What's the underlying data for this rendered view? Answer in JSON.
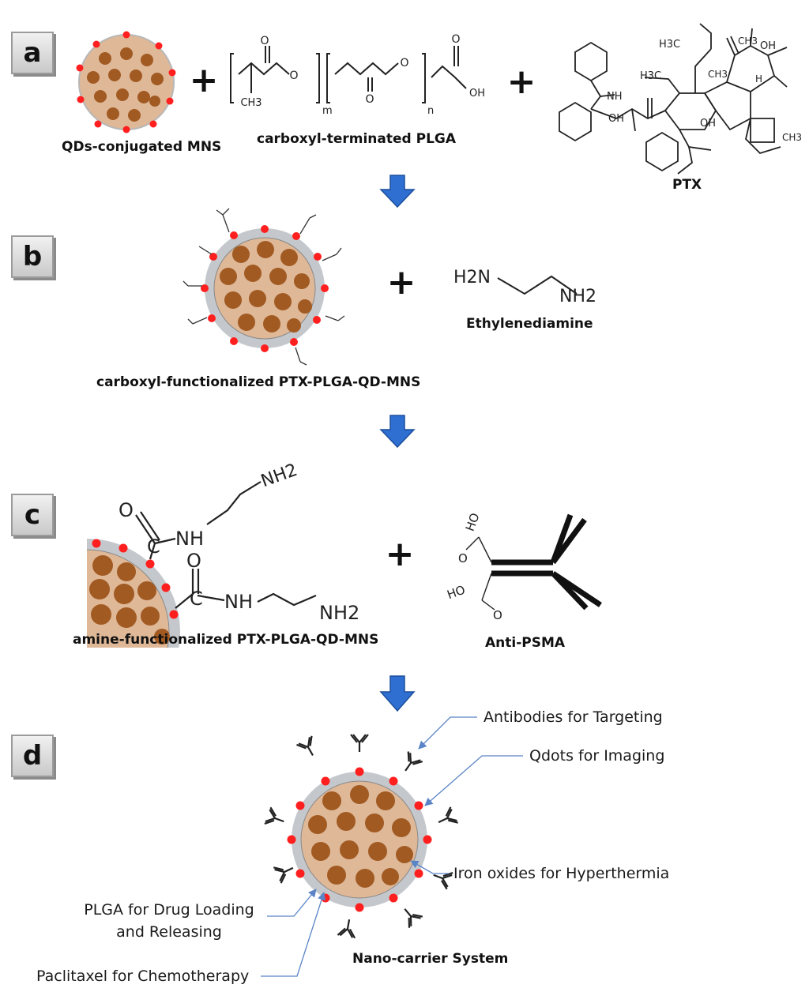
{
  "panels": [
    {
      "label": "a"
    },
    {
      "label": "b"
    },
    {
      "label": "c"
    },
    {
      "label": "d"
    }
  ],
  "step_a": {
    "nanosphere_label": "QDs-conjugated MNS",
    "polymer_label": "carboxyl-terminated PLGA",
    "drug_label": "PTX",
    "polymer_subscripts": {
      "ch3": "CH3",
      "m": "m",
      "n": "n",
      "oh": "OH"
    },
    "ptx_groups": {
      "h3c": "H3C",
      "oh": "OH",
      "ch3": "CH3",
      "nh": "NH",
      "h": "H"
    }
  },
  "step_b": {
    "particle_label": "carboxyl-functionalized PTX-PLGA-QD-MNS",
    "reagent_label": "Ethylenediamine",
    "reagent_groups": {
      "h2n": "H2N",
      "nh2": "NH2"
    }
  },
  "step_c": {
    "particle_label": "amine-functionalized PTX-PLGA-QD-MNS",
    "antibody_label": "Anti-PSMA",
    "groups": {
      "nh": "NH",
      "nh2": "NH2",
      "c": "C",
      "o": "O",
      "ho": "HO"
    }
  },
  "step_d": {
    "system_label": "Nano-carrier System",
    "callouts": {
      "antibodies": "Antibodies for Targeting",
      "qdots": "Qdots for Imaging",
      "iron": "Iron oxides for Hyperthermia",
      "plga_line1": "PLGA for Drug Loading",
      "plga_line2": "and Releasing",
      "paclitaxel": "Paclitaxel for Chemotherapy"
    }
  },
  "symbols": {
    "plus": "+"
  },
  "colors": {
    "core": "#dfb898",
    "particle": "#a15a22",
    "qdot": "#ff1f1f",
    "shell": "#c4c8cc",
    "arrow": "#2e6fd1",
    "callout_line": "#5a84c6"
  }
}
